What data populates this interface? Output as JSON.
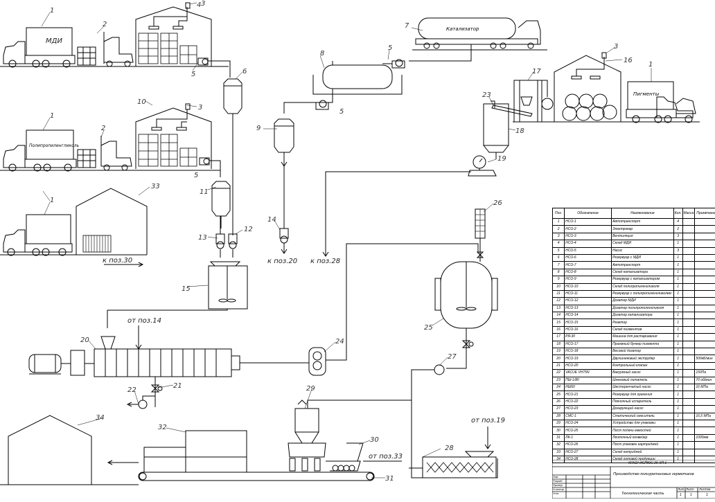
{
  "labels": {
    "truck_mdi": "МДИ",
    "truck_poly": "Полипропиленгликоль",
    "truck_pigment": "Пигменты",
    "tanker": "Катализатор",
    "to_30": "к поз.30",
    "to_20": "к поз.20",
    "to_28": "к поз.28",
    "from_14": "от поз.14",
    "from_19": "от поз.19",
    "from_33": "от поз.33"
  },
  "callouts": [
    "1",
    "2",
    "3",
    "4",
    "5",
    "6",
    "7",
    "8",
    "9",
    "10",
    "11",
    "12",
    "13",
    "14",
    "15",
    "16",
    "17",
    "18",
    "19",
    "20",
    "21",
    "22",
    "23",
    "24",
    "25",
    "26",
    "27",
    "28",
    "29",
    "30",
    "31",
    "32",
    "33",
    "34"
  ],
  "spec_table": {
    "headers": [
      "Поз.",
      "Обозначение",
      "Наименование",
      "Кол.",
      "Масса",
      "Примечание"
    ],
    "rows": [
      [
        "1",
        "НСО-1",
        "Автотранспорт",
        "4",
        "",
        ""
      ],
      [
        "2",
        "НСО-2",
        "Электрокар",
        "2",
        "",
        ""
      ],
      [
        "3",
        "НСО-3",
        "Вентиляция",
        "3",
        "",
        ""
      ],
      [
        "4",
        "НСО-4",
        "Склад МДИ",
        "1",
        "",
        ""
      ],
      [
        "5",
        "НСО-5",
        "Насос",
        "3",
        "",
        ""
      ],
      [
        "6",
        "НСО-6",
        "Резервуар с МДИ",
        "1",
        "",
        ""
      ],
      [
        "7",
        "НСО-7",
        "Автотранспорт",
        "1",
        "",
        ""
      ],
      [
        "8",
        "НСО-8",
        "Склад катализатора",
        "1",
        "",
        ""
      ],
      [
        "9",
        "НСО-9",
        "Резервуар с катализатором",
        "1",
        "",
        ""
      ],
      [
        "10",
        "НСО-10",
        "Склад полипропиленгликоля",
        "1",
        "",
        ""
      ],
      [
        "11",
        "НСО-11",
        "Резервуар с полипропиленгликолем",
        "1",
        "",
        ""
      ],
      [
        "12",
        "НСО-12",
        "Дозатор МДИ",
        "1",
        "",
        ""
      ],
      [
        "13",
        "НСО-13",
        "Дозатор полипропиленгликоля",
        "1",
        "",
        ""
      ],
      [
        "14",
        "НСО-14",
        "Дозатор катализатора",
        "1",
        "",
        ""
      ],
      [
        "15",
        "НСО-15",
        "Реактор",
        "1",
        "",
        ""
      ],
      [
        "16",
        "НСО-16",
        "Склад пигментов",
        "1",
        "",
        ""
      ],
      [
        "17",
        "РЯ-30",
        "Машина для растаривания",
        "1",
        "",
        ""
      ],
      [
        "18",
        "НСО-17",
        "Приемный бункер пигмента",
        "1",
        "",
        ""
      ],
      [
        "19",
        "НСО-18",
        "Весовой дозатор",
        "1",
        "",
        ""
      ],
      [
        "20",
        "НСО-19",
        "Двухшнековый экструдер",
        "1",
        "",
        ""
      ],
      [
        "21",
        "НСО-20",
        "Контрольный клапан",
        "1",
        "",
        ""
      ],
      [
        "22",
        "VACUE VH75N",
        "Вакуумный насос",
        "1",
        "",
        ""
      ],
      [
        "23",
        "ПШ-1/80",
        "Шнековый питатель",
        "1",
        "",
        ""
      ],
      [
        "24",
        "НШ60",
        "Шестеренчатый насос",
        "1",
        "",
        ""
      ],
      [
        "25",
        "НСО-21",
        "Резервуар для хранения",
        "1",
        "",
        ""
      ],
      [
        "26",
        "НСО-22",
        "Пленочный испаритель",
        "1",
        "",
        ""
      ],
      [
        "27",
        "НСО-23",
        "Дозирующий насос",
        "1",
        "",
        ""
      ],
      [
        "28",
        "СМС-1",
        "Статический смеситель",
        "1",
        "",
        ""
      ],
      [
        "29",
        "НСО-24",
        "Устройство для упаковки",
        "1",
        "",
        ""
      ],
      [
        "30",
        "НСО-25",
        "Пост подачи емкостей",
        "1",
        "",
        ""
      ],
      [
        "31",
        "ЛК-1",
        "Ленточный конвейер",
        "1",
        "",
        ""
      ],
      [
        "32",
        "НСО-26",
        "Пост упаковки картриджей",
        "1",
        "",
        ""
      ],
      [
        "33",
        "НСО-27",
        "Склад катриджей",
        "1",
        "",
        ""
      ],
      [
        "34",
        "НСО-28",
        "Склад готовой продукции",
        "1",
        "",
        ""
      ]
    ],
    "notes": {
      "20": "500кБ/мин",
      "22": "150Па",
      "23": "70 об/мин",
      "24": "16 МПа",
      "28": "16,5 МПа",
      "31": "1000мм"
    }
  },
  "title_block": {
    "code": "КГАСУ ИСПЮС 26 ХП 1",
    "title": "Производство полиуретановых герметиков",
    "subtitle": "Технологическая часть",
    "col_lit": "Лит.",
    "col_list": "Лист",
    "col_lists": "Листов",
    "lit_value": "1",
    "list_value": "1",
    "lists_value": "1",
    "sign_rows": [
      "Изм.",
      "Разраб.",
      "Провер.",
      "Н.контр.",
      "Утв."
    ]
  },
  "colors": {
    "line": "#000000",
    "background": "#ffffff"
  }
}
